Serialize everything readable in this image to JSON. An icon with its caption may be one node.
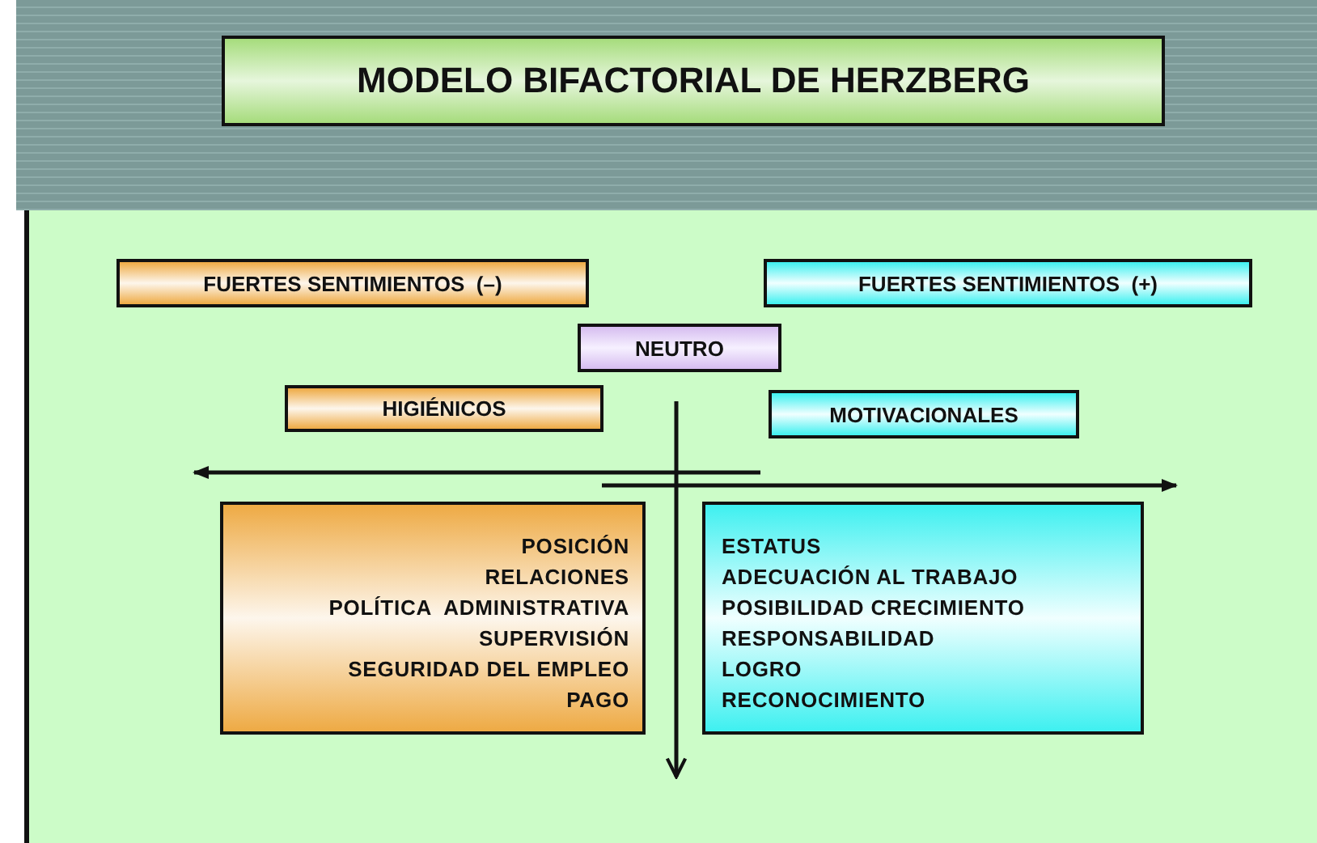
{
  "diagram": {
    "title": "MODELO BIFACTORIAL DE HERZBERG",
    "nodes": [
      {
        "text": [
          "FUERTES SENTIMIENTOS  (–)"
        ]
      },
      {
        "text": [
          "FUERTES SENTIMIENTOS  (+)"
        ]
      },
      {
        "text": [
          "NEUTRO"
        ]
      },
      {
        "text": [
          "HIGIÉNICOS"
        ]
      },
      {
        "text": [
          "MOTIVACIONALES"
        ]
      },
      {
        "text": [
          "POSICIÓN",
          "RELACIONES",
          "POLÍTICA  ADMINISTRATIVA",
          "SUPERVISIÓN",
          "SEGURIDAD DEL EMPLEO",
          "PAGO"
        ]
      },
      {
        "text": [
          "ESTATUS",
          "ADECUACIÓN AL TRABAJO",
          "POSIBILIDAD CRECIMIENTO",
          "RESPONSABILIDAD",
          "LOGRO",
          "RECONOCIMIENTO"
        ]
      }
    ]
  }
}
